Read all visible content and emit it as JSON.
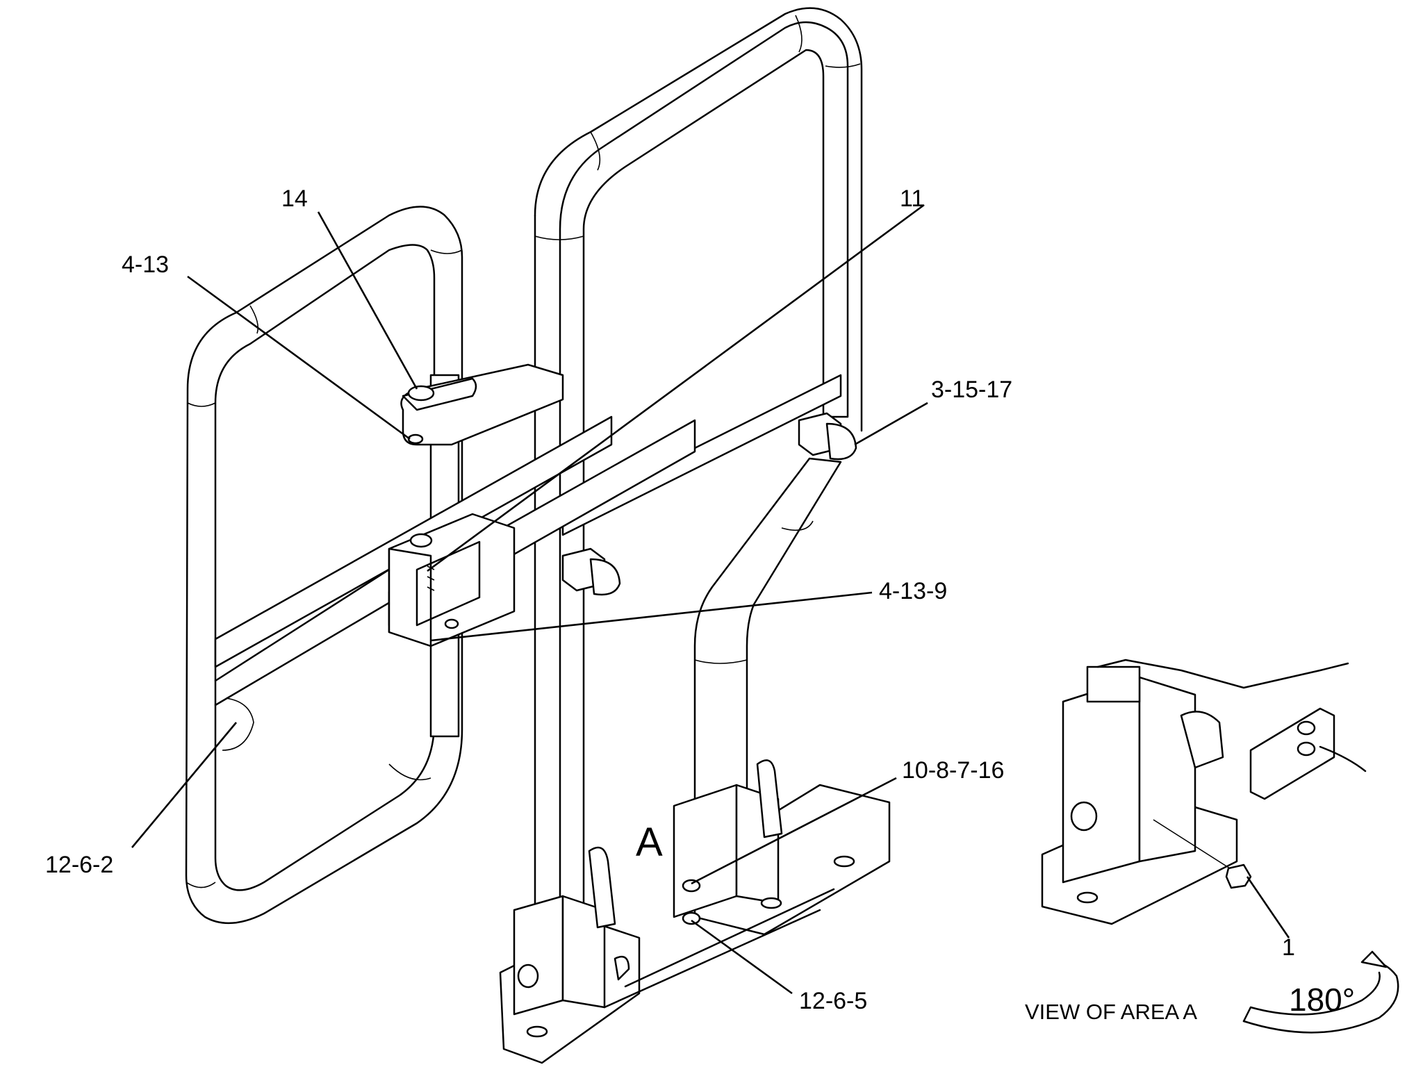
{
  "diagram": {
    "callouts": {
      "c14": "14",
      "c4_13": "4-13",
      "c11": "11",
      "c3_15_17": "3-15-17",
      "c4_13_9": "4-13-9",
      "c12_6_2": "12-6-2",
      "c10_8_7_16": "10-8-7-16",
      "c12_6_5": "12-6-5",
      "c1": "1"
    },
    "area_marker": "A",
    "view_caption": "VIEW OF AREA A",
    "rotation_label": "180°"
  }
}
